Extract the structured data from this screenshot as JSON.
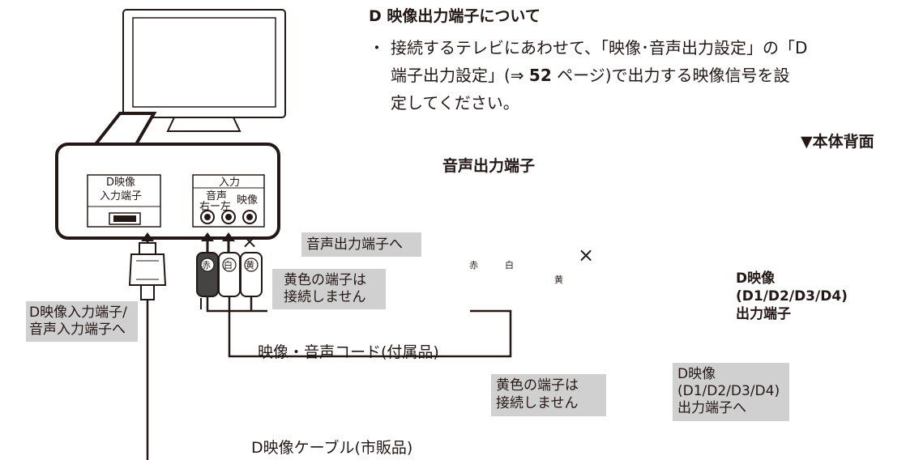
{
  "section": {
    "title": "D 映像出力端子について",
    "bullet": "・",
    "line1": "接続するテレビにあわせて、「映像･音声出力設定」の「D",
    "line2_pre": "端子出力設定」(⇒ ",
    "line2_page": "52",
    "line2_post": " ページ)で出力する映像信号を設",
    "line3": "定してください。"
  },
  "tv_panel": {
    "d_input_label_1": "D映像",
    "d_input_label_2": "入力端子",
    "input_group_label": "入力",
    "audio_label": "音声",
    "right_left_label": "右ー左",
    "video_label": "映像"
  },
  "recorder": {
    "rear_label": "▼本体背面",
    "audio_out_label": "音声出力端子",
    "d_out_label_1": "D映像",
    "d_out_label_2": "(D1/D2/D3/D4)",
    "d_out_label_3": "出力端子"
  },
  "plugs": {
    "red": "赤",
    "white": "白",
    "yellow": "黄"
  },
  "callouts": {
    "to_audio_out": "音声出力端子へ",
    "yellow_not_connected_1a": "黄色の端子は",
    "yellow_not_connected_1b": "接続しません",
    "d_input_audio_input_1": "D映像入力端子/",
    "d_input_audio_input_2": "音声入力端子へ",
    "yellow_not_connected_2a": "黄色の端子は",
    "yellow_not_connected_2b": "接続しません",
    "to_d_out_1": "D映像",
    "to_d_out_2": "(D1/D2/D3/D4)",
    "to_d_out_3": "出力端子へ"
  },
  "cables": {
    "av_cord": "映像・音声コード(付属品)",
    "d_cable": "D映像ケーブル(市販品)"
  },
  "marks": {
    "cross": "×"
  }
}
